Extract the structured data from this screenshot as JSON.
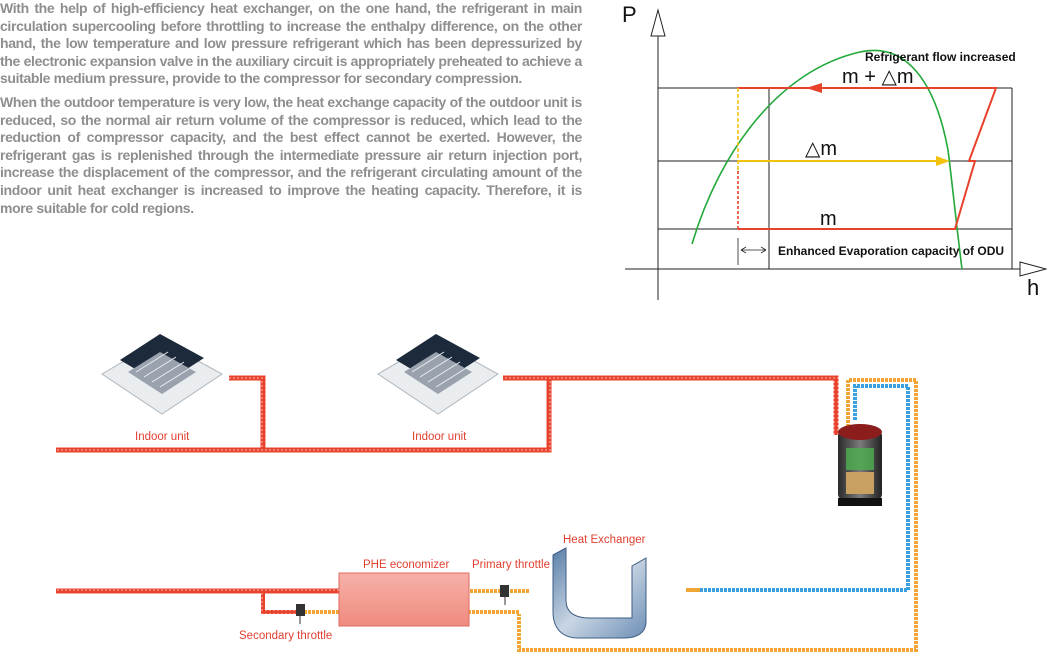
{
  "paragraphs": [
    "With the help of high-efficiency heat exchanger, on the one hand, the refrigerant in main circulation supercooling before throttling to increase the enthalpy difference, on the other hand, the low temperature and low pressure refrigerant which has been depressurized by the electronic expansion valve in the auxiliary circuit is appropriately preheated to achieve a suitable medium pressure, provide to the compressor for secondary compression.",
    "When the outdoor temperature is very low, the heat exchange capacity of the outdoor unit is reduced, so the normal air return volume of the compressor is reduced, which lead to  the reduction of compressor capacity, and the best effect cannot be exerted. However, the refrigerant gas is replenished through the intermediate pressure air return injection port, increase the displacement of the compressor, and the refrigerant circulating amount of the indoor unit heat exchanger is increased to improve the heating capacity. Therefore, it is more suitable for cold regions."
  ],
  "ph_diagram": {
    "y_axis": "P",
    "x_axis": "h",
    "labels": {
      "flow_increased": "Refrigerant flow increased",
      "m_plus_dm": "m + △m",
      "dm": "△m",
      "m": "m",
      "enhanced": "Enhanced Evaporation capacity of ODU"
    }
  },
  "system": {
    "indoor_unit_1": "Indoor unit",
    "indoor_unit_2": "Indoor unit",
    "heat_exchanger": "Heat Exchanger",
    "phe_economizer": "PHE economizer",
    "primary_throttle": "Primary throttle",
    "secondary_throttle": "Secondary throttle"
  },
  "colors": {
    "hot_line": "#e8412c",
    "mid_line": "#f0a535",
    "cold_line": "#3aa0e0",
    "curve": "#23a83a",
    "injection": "#f2c20c"
  }
}
